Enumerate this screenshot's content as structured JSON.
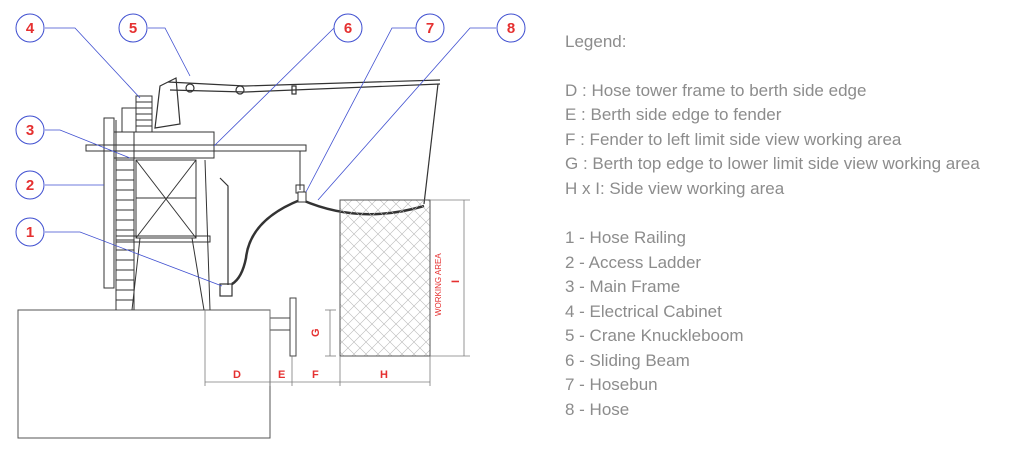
{
  "callouts": [
    "4",
    "5",
    "6",
    "7",
    "8",
    "3",
    "2",
    "1"
  ],
  "dimensions": {
    "D": "D",
    "E": "E",
    "F": "F",
    "G": "G",
    "H": "H",
    "I": "I",
    "area": "WORKING AREA"
  },
  "legend": {
    "title": "Legend:",
    "dimension_items": [
      "D : Hose tower frame to berth side edge",
      "E : Berth side edge to fender",
      "F : Fender to left limit side view working area",
      "G : Berth top edge to lower limit side view working area",
      "H x I: Side view working area"
    ],
    "component_items": [
      "1 - Hose Railing",
      "2 - Access Ladder",
      "3 - Main Frame",
      "4 - Electrical Cabinet",
      "5 - Crane Knuckleboom",
      "6 - Sliding Beam",
      "7 - Hosebun",
      "8 - Hose"
    ]
  },
  "colors": {
    "callout": "#e53030",
    "leader": "#3f4fd0",
    "drawing": "#333333",
    "legend_text": "#8c8c8c"
  }
}
